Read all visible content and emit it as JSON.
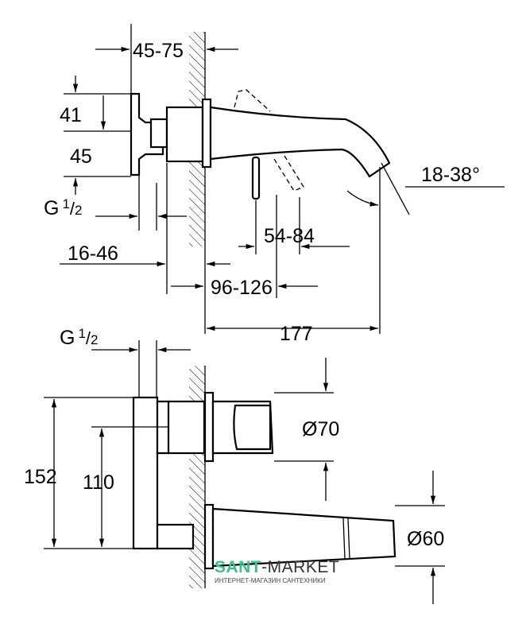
{
  "top_view": {
    "dim_45_75": "45-75",
    "dim_41": "41",
    "dim_45": "45",
    "thread": {
      "letter": "G",
      "num": "1",
      "slash": "/",
      "den": "2"
    },
    "dim_angle": "18-38°",
    "dim_54_84": "54-84",
    "dim_16_46": "16-46",
    "dim_96_126": "96-126",
    "dim_177": "177"
  },
  "front_view": {
    "thread": {
      "letter": "G",
      "num": "1",
      "slash": "/",
      "den": "2"
    },
    "dim_d70": "Ø70",
    "dim_152": "152",
    "dim_110": "110",
    "dim_d60": "Ø60"
  },
  "watermark": {
    "brand_a": "SANT",
    "brand_b": "-MARKET",
    "subtitle": "ИНТЕРНЕТ-МАГАЗИН САНТЕХНИКИ",
    "accent": "#3cc08a"
  }
}
